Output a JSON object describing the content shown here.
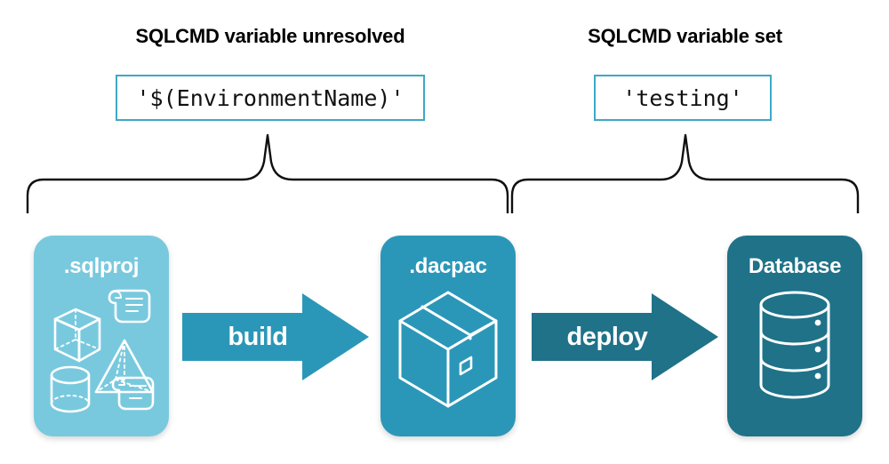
{
  "headings": {
    "left": "SQLCMD variable unresolved",
    "right": "SQLCMD variable set"
  },
  "code_boxes": {
    "left_value": "'$(EnvironmentName)'",
    "right_value": "'testing'"
  },
  "cards": [
    {
      "label": ".sqlproj",
      "icon": "project-objects-icon",
      "color": "#79C9DE"
    },
    {
      "label": ".dacpac",
      "icon": "package-box-icon",
      "color": "#2B97B8"
    },
    {
      "label": "Database",
      "icon": "database-cylinder-icon",
      "color": "#1F7288"
    }
  ],
  "arrows": [
    {
      "label": "build",
      "color": "#2B97B8"
    },
    {
      "label": "deploy",
      "color": "#1F7288"
    }
  ],
  "colors": {
    "light_blue": "#79C9DE",
    "mid_teal": "#2B97B8",
    "dark_teal": "#1F7288",
    "box_border": "#3FA8C6",
    "background": "#FFFFFF",
    "text": "#000000"
  }
}
